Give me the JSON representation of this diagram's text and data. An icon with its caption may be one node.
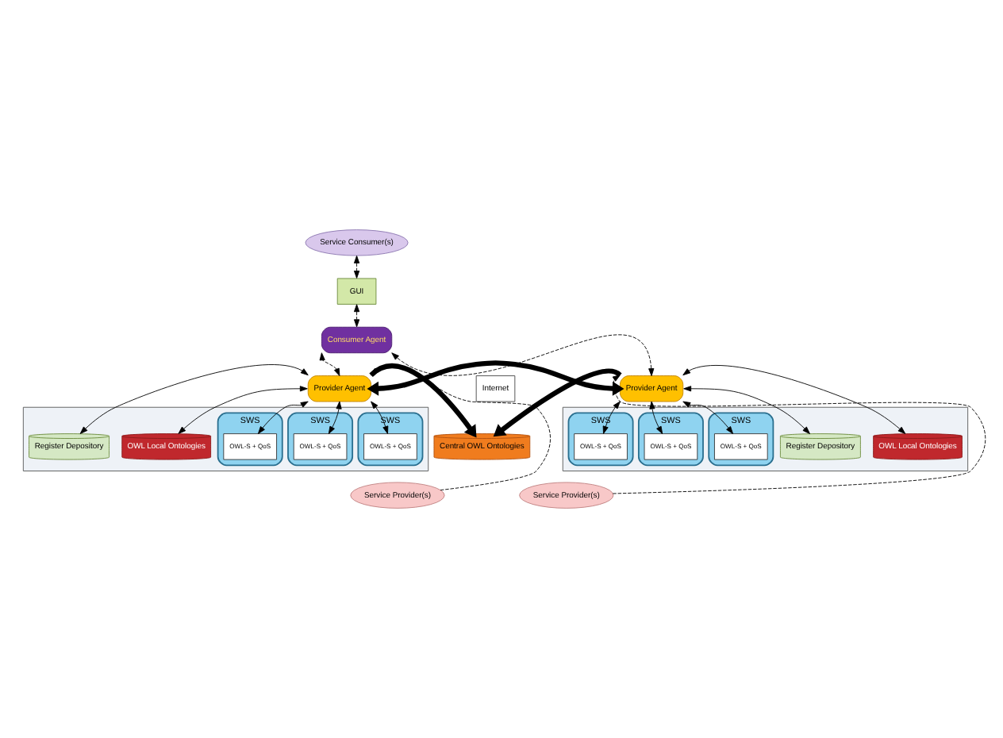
{
  "diagram": {
    "nodes": [
      {
        "text": [
          "Service Consumer(s)"
        ]
      },
      {
        "text": [
          "GUI"
        ]
      },
      {
        "text": [
          "Consumer Agent"
        ]
      },
      {
        "text": [],
        "shape": "box"
      },
      {
        "text": [
          "Register Depository"
        ],
        "in": 3
      },
      {
        "text": [
          "OWL Local Ontologies"
        ],
        "in": 3
      },
      {
        "text": [
          "SWS"
        ],
        "in": 3
      },
      {
        "text": [
          "OWL-S + QoS"
        ],
        "in": 6
      },
      {
        "text": [
          "SWS"
        ],
        "in": 3
      },
      {
        "text": [
          "OWL-S + QoS"
        ],
        "in": 8
      },
      {
        "text": [
          "SWS"
        ],
        "in": 3
      },
      {
        "text": [
          "OWL-S + QoS"
        ],
        "in": 10
      },
      {
        "text": [
          "Provider Agent"
        ]
      },
      {
        "text": [
          "Internet"
        ]
      },
      {
        "text": [
          "Provider Agent"
        ]
      },
      {
        "text": [],
        "shape": "box"
      },
      {
        "text": [
          "OWL Local Ontologies"
        ],
        "in": 15
      },
      {
        "text": [
          "Register Depository"
        ],
        "in": 15
      },
      {
        "text": [
          "SWS"
        ],
        "in": 15
      },
      {
        "text": [
          "OWL-S + QoS"
        ],
        "in": 18
      },
      {
        "text": [
          "SWS"
        ],
        "in": 15
      },
      {
        "text": [
          "OWL-S + QoS"
        ],
        "in": 20
      },
      {
        "text": [
          "SWS"
        ],
        "in": 15
      },
      {
        "text": [
          "OWL-S + QoS"
        ],
        "in": 22
      },
      {
        "text": [
          "Central OWL Ontologies"
        ]
      },
      {
        "text": [
          "Service Provider(s)"
        ]
      },
      {
        "text": [
          "Service Provider(s)"
        ]
      }
    ],
    "edges": [
      {
        "from": 0,
        "to": 1,
        "arrow": "both",
        "style": "dashed"
      },
      {
        "from": 1,
        "to": 2,
        "arrow": "both",
        "style": "dashed"
      },
      {
        "from": 12,
        "to": 2,
        "arrow": "both",
        "style": "dashed"
      },
      {
        "from": 14,
        "to": 2,
        "arrow": "both",
        "style": "dashed"
      },
      {
        "from": 5,
        "to": 12,
        "arrow": "both"
      },
      {
        "from": 4,
        "to": 12,
        "arrow": "both"
      },
      {
        "from": 12,
        "to": 7,
        "arrow": "both"
      },
      {
        "from": 12,
        "to": 9,
        "arrow": "both"
      },
      {
        "from": 12,
        "to": 11,
        "arrow": "both"
      },
      {
        "from": 12,
        "to": 14,
        "arrow": "both",
        "style": "thick"
      },
      {
        "from": 12,
        "to": 24,
        "arrow": "to",
        "style": "thick"
      },
      {
        "from": 14,
        "to": 24,
        "arrow": "to",
        "style": "thick"
      },
      {
        "from": 16,
        "to": 14,
        "arrow": "both"
      },
      {
        "from": 17,
        "to": 14,
        "arrow": "both"
      },
      {
        "from": 14,
        "to": 19,
        "arrow": "both"
      },
      {
        "from": 14,
        "to": 21,
        "arrow": "both"
      },
      {
        "from": 14,
        "to": 23,
        "arrow": "both"
      },
      {
        "from": 25,
        "to": 12,
        "arrow": "to",
        "style": "dashed"
      },
      {
        "from": 26,
        "to": 14,
        "arrow": "to",
        "style": "dashed"
      }
    ]
  }
}
